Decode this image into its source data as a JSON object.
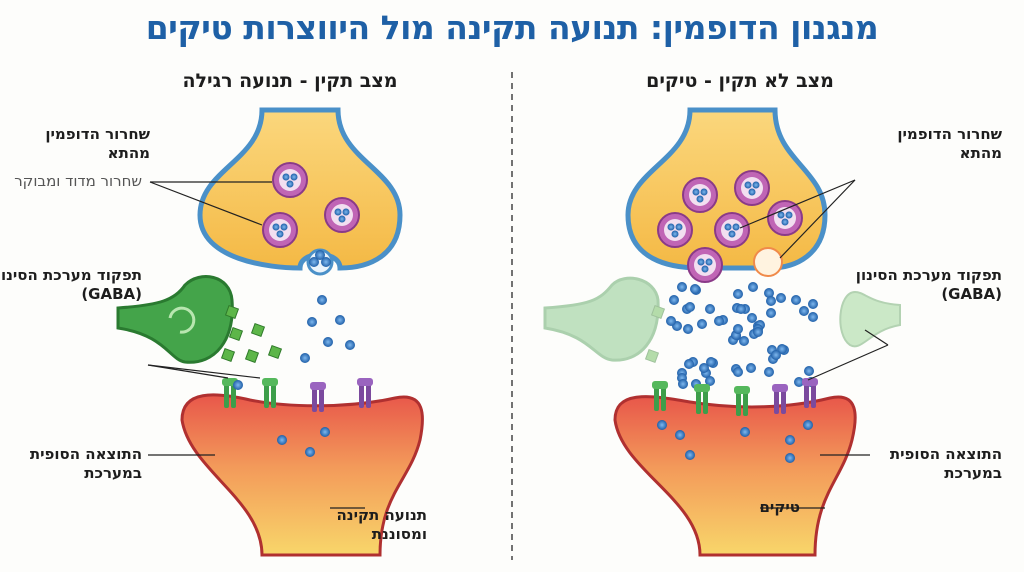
{
  "title": "מנגנון הדופמין: תנועה תקינה מול היווצרות טיקים",
  "left_panel": {
    "header": "מצב תקין - תנועה רגילה",
    "dopamine_release": "שחרור הדופמין מהתא",
    "controlled_release": "שחרור מדוד ומבוקר",
    "gaba_function": "תפקוד מערכת הסינון (GABA)",
    "final_result": "התוצאה הסופית במערכת",
    "outcome": "תנועה תקינה ומסוננת"
  },
  "right_panel": {
    "header": "מצב לא תקין - טיקים",
    "dopamine_release": "שחרור הדופמין מהתא",
    "gaba_function": "תפקוד מערכת הסינון (GABA)",
    "final_result": "התוצאה הסופית במערכת",
    "outcome": "טיקים"
  },
  "colors": {
    "title": "#1e60a6",
    "presynaptic": "#f7c45a",
    "membrane": "#4a90c8",
    "gaba": "#3f9e45",
    "postsynaptic": "#e8574a",
    "dopamine": "#2f78c4"
  }
}
